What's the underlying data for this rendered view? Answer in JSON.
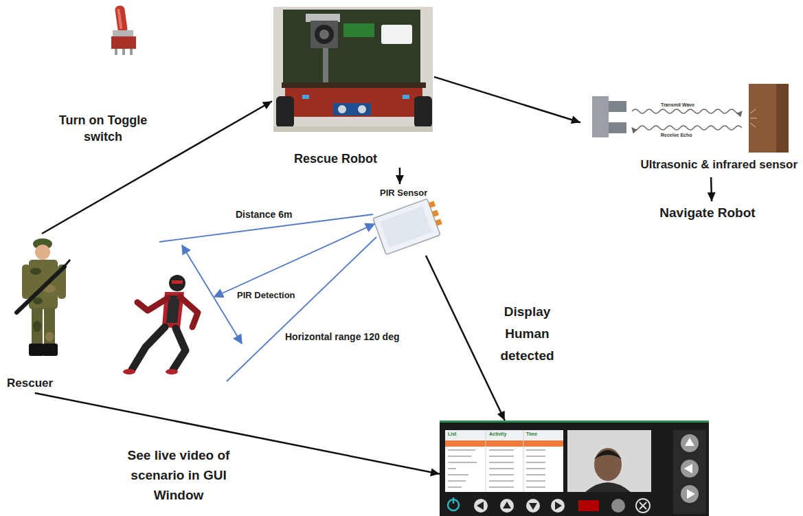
{
  "diagram": {
    "nodes": [
      {
        "text": [
          "Rescue Robot"
        ]
      },
      {
        "text": [
          "Ultrasonic & infrared sensor"
        ]
      },
      {
        "text": [
          "Navigate Robot"
        ]
      },
      {
        "text": [
          "PIR Sensor"
        ]
      },
      {
        "text": [
          "Rescuer"
        ]
      },
      {
        "text": [
          "List",
          "Activity",
          "Time"
        ]
      }
    ],
    "edges": [
      {
        "from": 4,
        "to": 0,
        "arrow": "to"
      },
      {
        "from": 0,
        "to": 1,
        "arrow": "to"
      },
      {
        "from": 1,
        "to": 2,
        "arrow": "to"
      },
      {
        "from": 0,
        "to": 3,
        "arrow": "to"
      },
      {
        "from": 3,
        "to": 5,
        "label": "Display Human detected",
        "arrow": "to"
      },
      {
        "from": 4,
        "to": 5,
        "label": "See live video of scenario in GUI Window",
        "arrow": "to"
      }
    ],
    "labels": [
      "Turn on Toggle switch",
      "Distance 6m",
      "PIR Detection",
      "Horizontal range 120 deg",
      "Transmit Wave",
      "Receive Echo"
    ]
  }
}
